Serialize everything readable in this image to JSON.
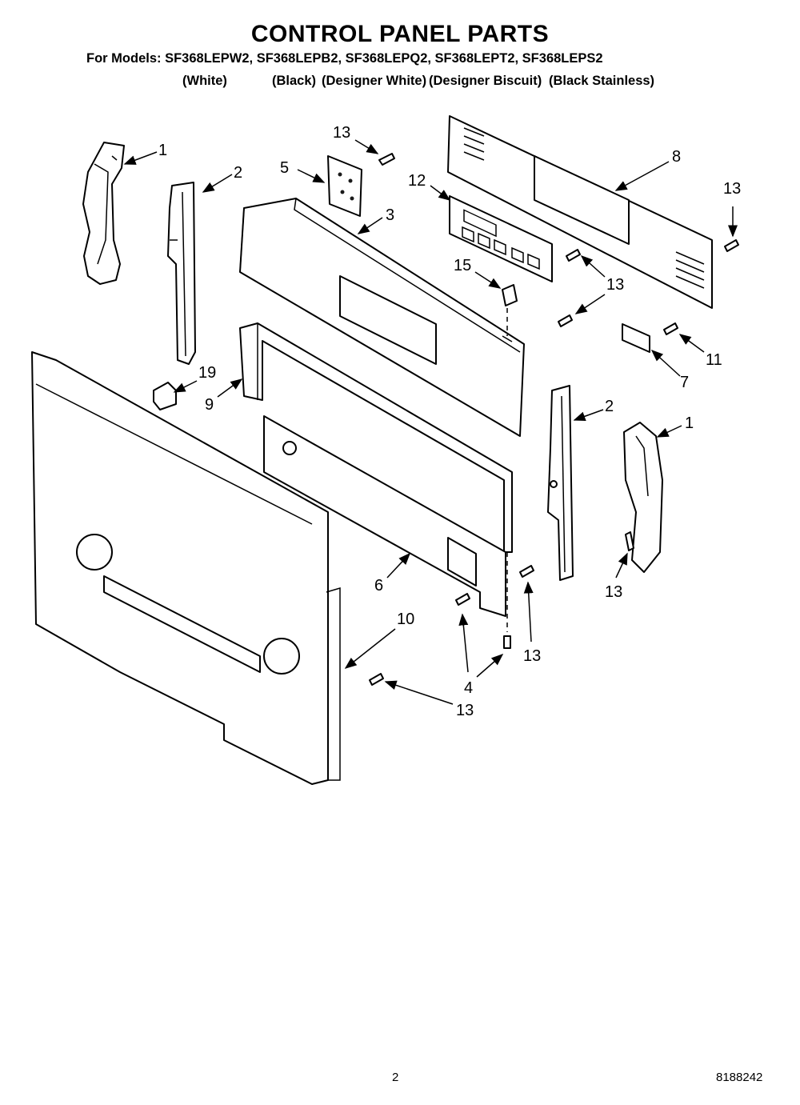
{
  "header": {
    "title": "CONTROL PANEL PARTS",
    "models_line": "For Models: SF368LEPW2, SF368LEPB2, SF368LEPQ2, SF368LEPT2, SF368LEPS2",
    "colors": [
      "(White)",
      "(Black)",
      "(Designer White)",
      "(Designer Biscuit)",
      "(Black Stainless)"
    ]
  },
  "callouts": {
    "c1_top": "1",
    "c2_top": "2",
    "c5": "5",
    "c13_a": "13",
    "c3": "3",
    "c12": "12",
    "c8": "8",
    "c13_b": "13",
    "c15": "15",
    "c13_c": "13",
    "c11": "11",
    "c7": "7",
    "c19": "19",
    "c9": "9",
    "c2_bottom": "2",
    "c1_bottom": "1",
    "c13_d": "13",
    "c6": "6",
    "c10": "10",
    "c13_e": "13",
    "c4": "4",
    "c13_f": "13"
  },
  "footer": {
    "page_number": "2",
    "document_number": "8188242"
  }
}
